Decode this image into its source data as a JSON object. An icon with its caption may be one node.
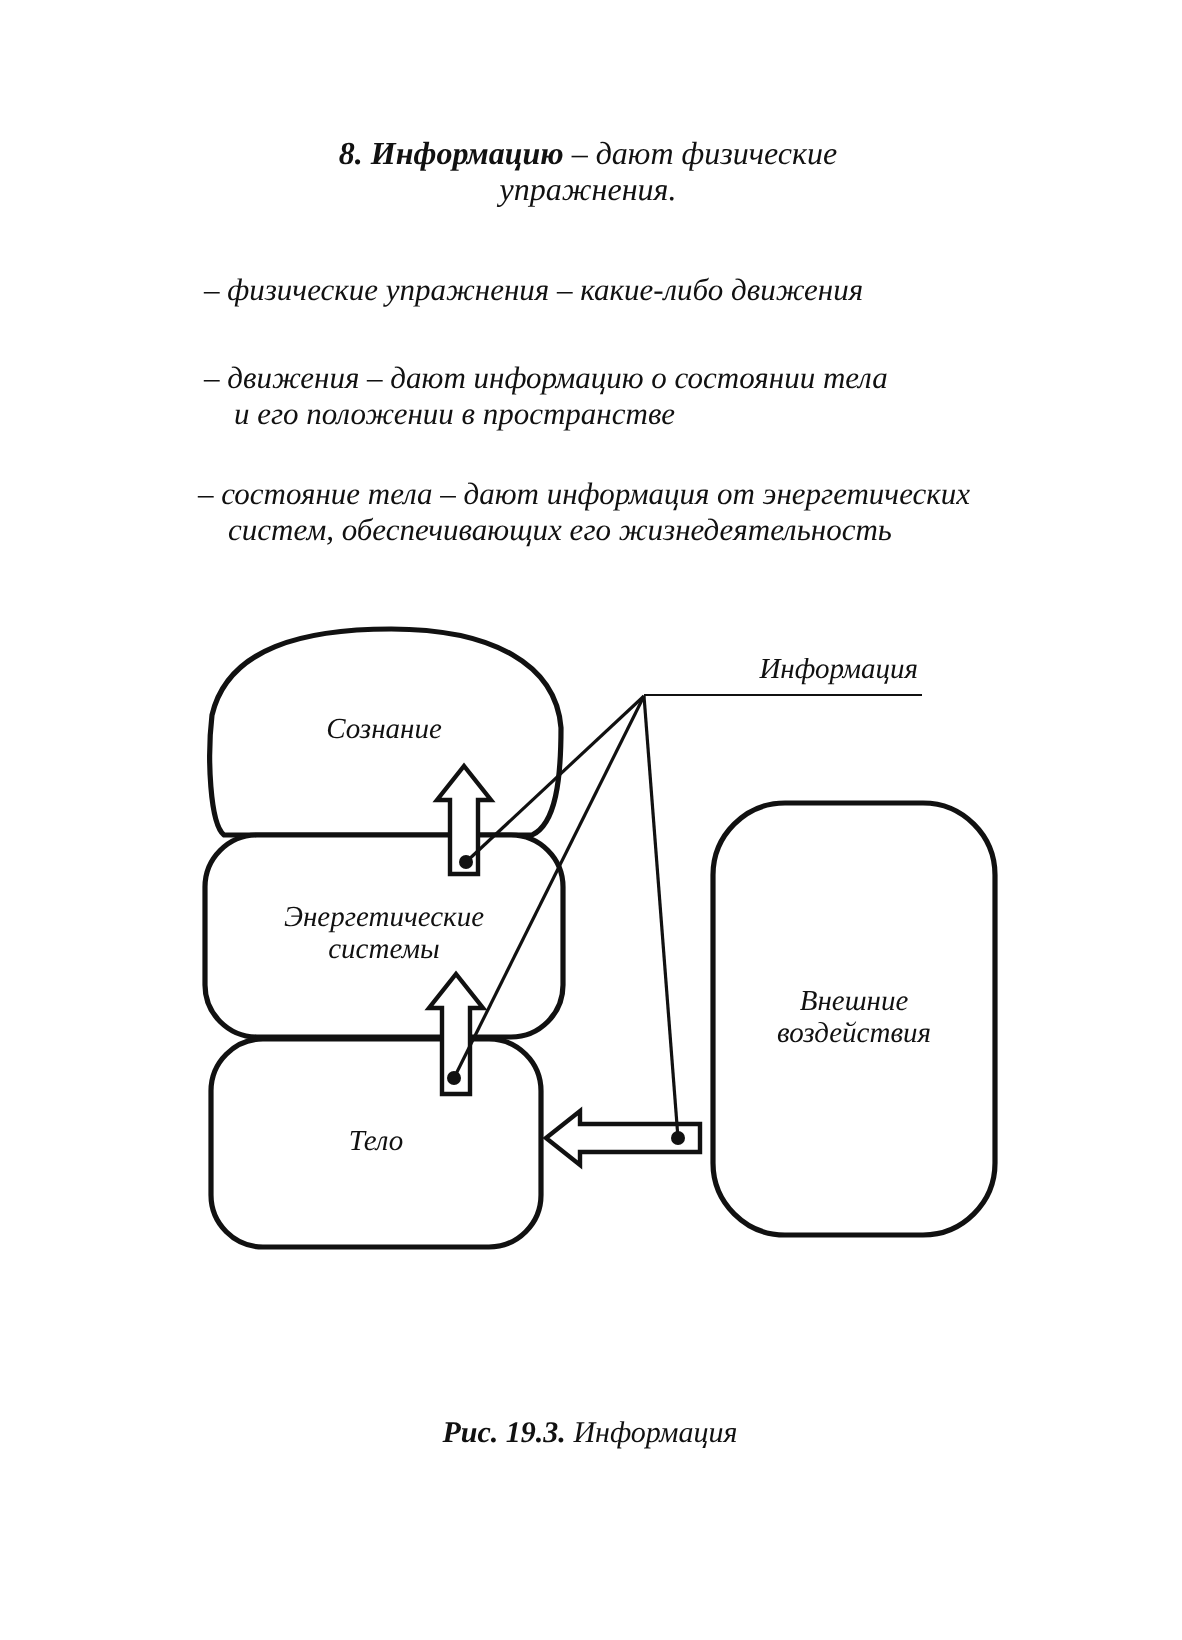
{
  "diagram": {
    "title": "**8. Информацию** – дают физические упражнения.",
    "caption": "**Рис. 19.3.** Информация",
    "nodes": [
      {
        "text": [
          "Сознание"
        ]
      },
      {
        "text": [
          "Энергетические системы"
        ]
      },
      {
        "text": [
          "Тело"
        ]
      },
      {
        "text": [
          "Внешние воздействия"
        ]
      },
      {
        "text": [
          "Информация"
        ]
      }
    ],
    "edges": [
      {
        "from": 1,
        "to": 0,
        "arrow": "to"
      },
      {
        "from": 2,
        "to": 1,
        "arrow": "to"
      },
      {
        "from": 3,
        "to": 2,
        "arrow": "to"
      },
      {
        "from": 4,
        "to": 1,
        "arrow": "other"
      },
      {
        "from": 4,
        "to": 2,
        "arrow": "other"
      },
      {
        "from": 4,
        "to": 3,
        "arrow": "other"
      }
    ],
    "labels": [
      "– физические упражнения – какие-либо движения",
      "– движения – дают информацию о состоянии тела и его положении в пространстве",
      "– состояние тела – дают информация от энергетических систем, обеспечивающих его жизнедеятельность"
    ]
  }
}
